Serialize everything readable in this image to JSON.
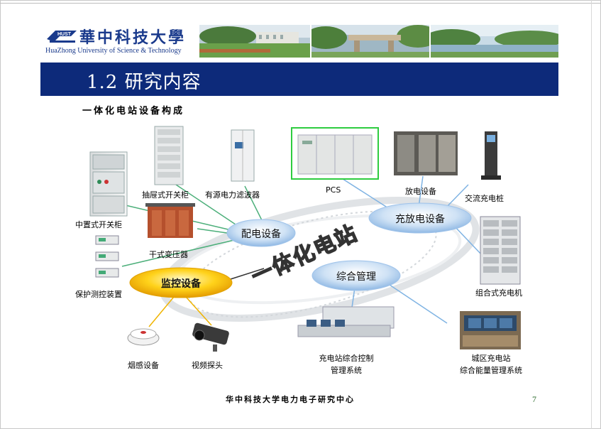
{
  "header": {
    "logo_cn": "華中科技大學",
    "logo_en": "HuaZhong University of Science & Technology",
    "section_title": "1.2  研究内容"
  },
  "subtitle": "一体化电站设备构成",
  "diagram": {
    "center_label": "一体化电站",
    "hubs": {
      "distribution": "配电设备",
      "charge_discharge": "充放电设备",
      "monitoring": "监控设备",
      "management": "综合管理"
    },
    "devices": {
      "mid_switchgear": "中置式开关柜",
      "drawer_switchgear": "抽屉式开关柜",
      "active_filter": "有源电力滤波器",
      "pcs": "PCS",
      "discharge_equipment": "放电设备",
      "ac_charging_pile": "交流充电桩",
      "dry_transformer": "干式变压器",
      "protection_device": "保护测控装置",
      "combined_charger": "组合式充电机",
      "smoke_detector": "烟感设备",
      "video_camera": "视频探头",
      "station_control_line1": "充电站综合控制",
      "station_control_line2": "管理系统",
      "urban_station_line1": "城区充电站",
      "urban_station_line2": "综合能量管理系统"
    },
    "colors": {
      "navy": "#0d2a7a",
      "hub_blue": "#9fc3ea",
      "hub_yellow": "#f5c200",
      "connector_green": "#4caf7a",
      "connector_blue": "#7fb3e3",
      "pcs_frame": "#2ecc40"
    }
  },
  "footer": {
    "text": "华中科技大学电力电子研究中心",
    "page_number": "7"
  }
}
